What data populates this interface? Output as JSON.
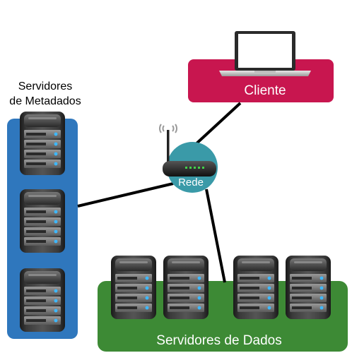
{
  "labels": {
    "metadata_group": [
      "Servidores",
      "de Metadados"
    ],
    "client": "Cliente",
    "network": "Rede",
    "data_group": "Servidores de Dados"
  },
  "colors": {
    "client_box": "#c8164f",
    "metadata_box": "#2f77bd",
    "data_box": "#3d8a35",
    "network_circle": "#3a9aa8",
    "link": "#000000"
  },
  "icons": {
    "client": "laptop-icon",
    "network": "router-icon",
    "server": "server-rack-icon"
  }
}
